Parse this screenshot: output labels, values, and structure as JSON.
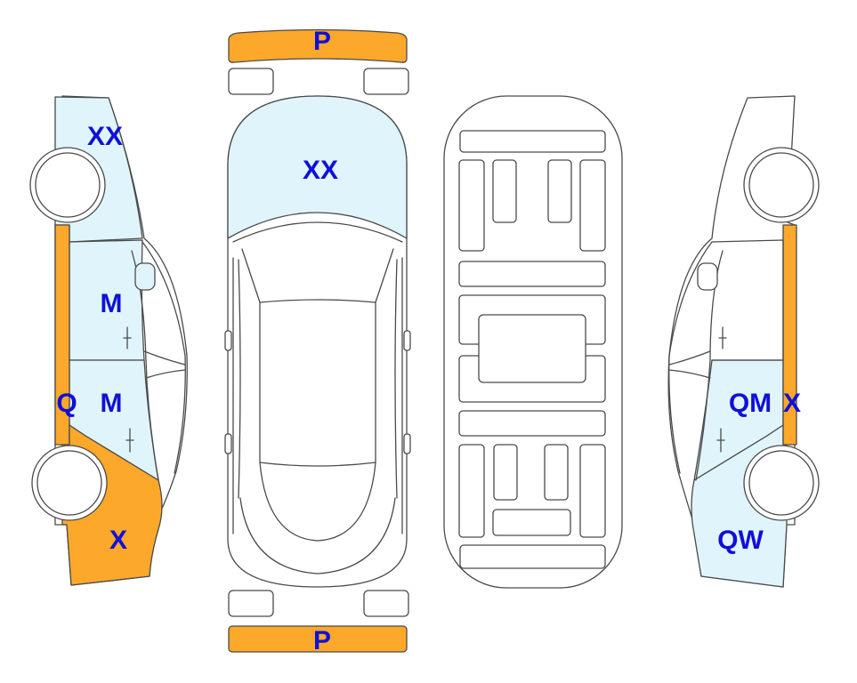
{
  "colors": {
    "background": "#ffffff",
    "outline": "#4a4a4a",
    "damaged_panel": "#fca82a",
    "glass_panel": "#e0f5fb",
    "label": "#1010d8"
  },
  "labels": {
    "front_bumper": "P",
    "rear_bumper": "P",
    "hood": "XX",
    "left_front_fender": "XX",
    "left_front_door": "M",
    "left_rear_door": "M",
    "left_rocker": "Q",
    "left_rear_quarter": "X",
    "right_rear_door": "QM",
    "right_rocker": "X",
    "right_rear_quarter": "QW"
  }
}
